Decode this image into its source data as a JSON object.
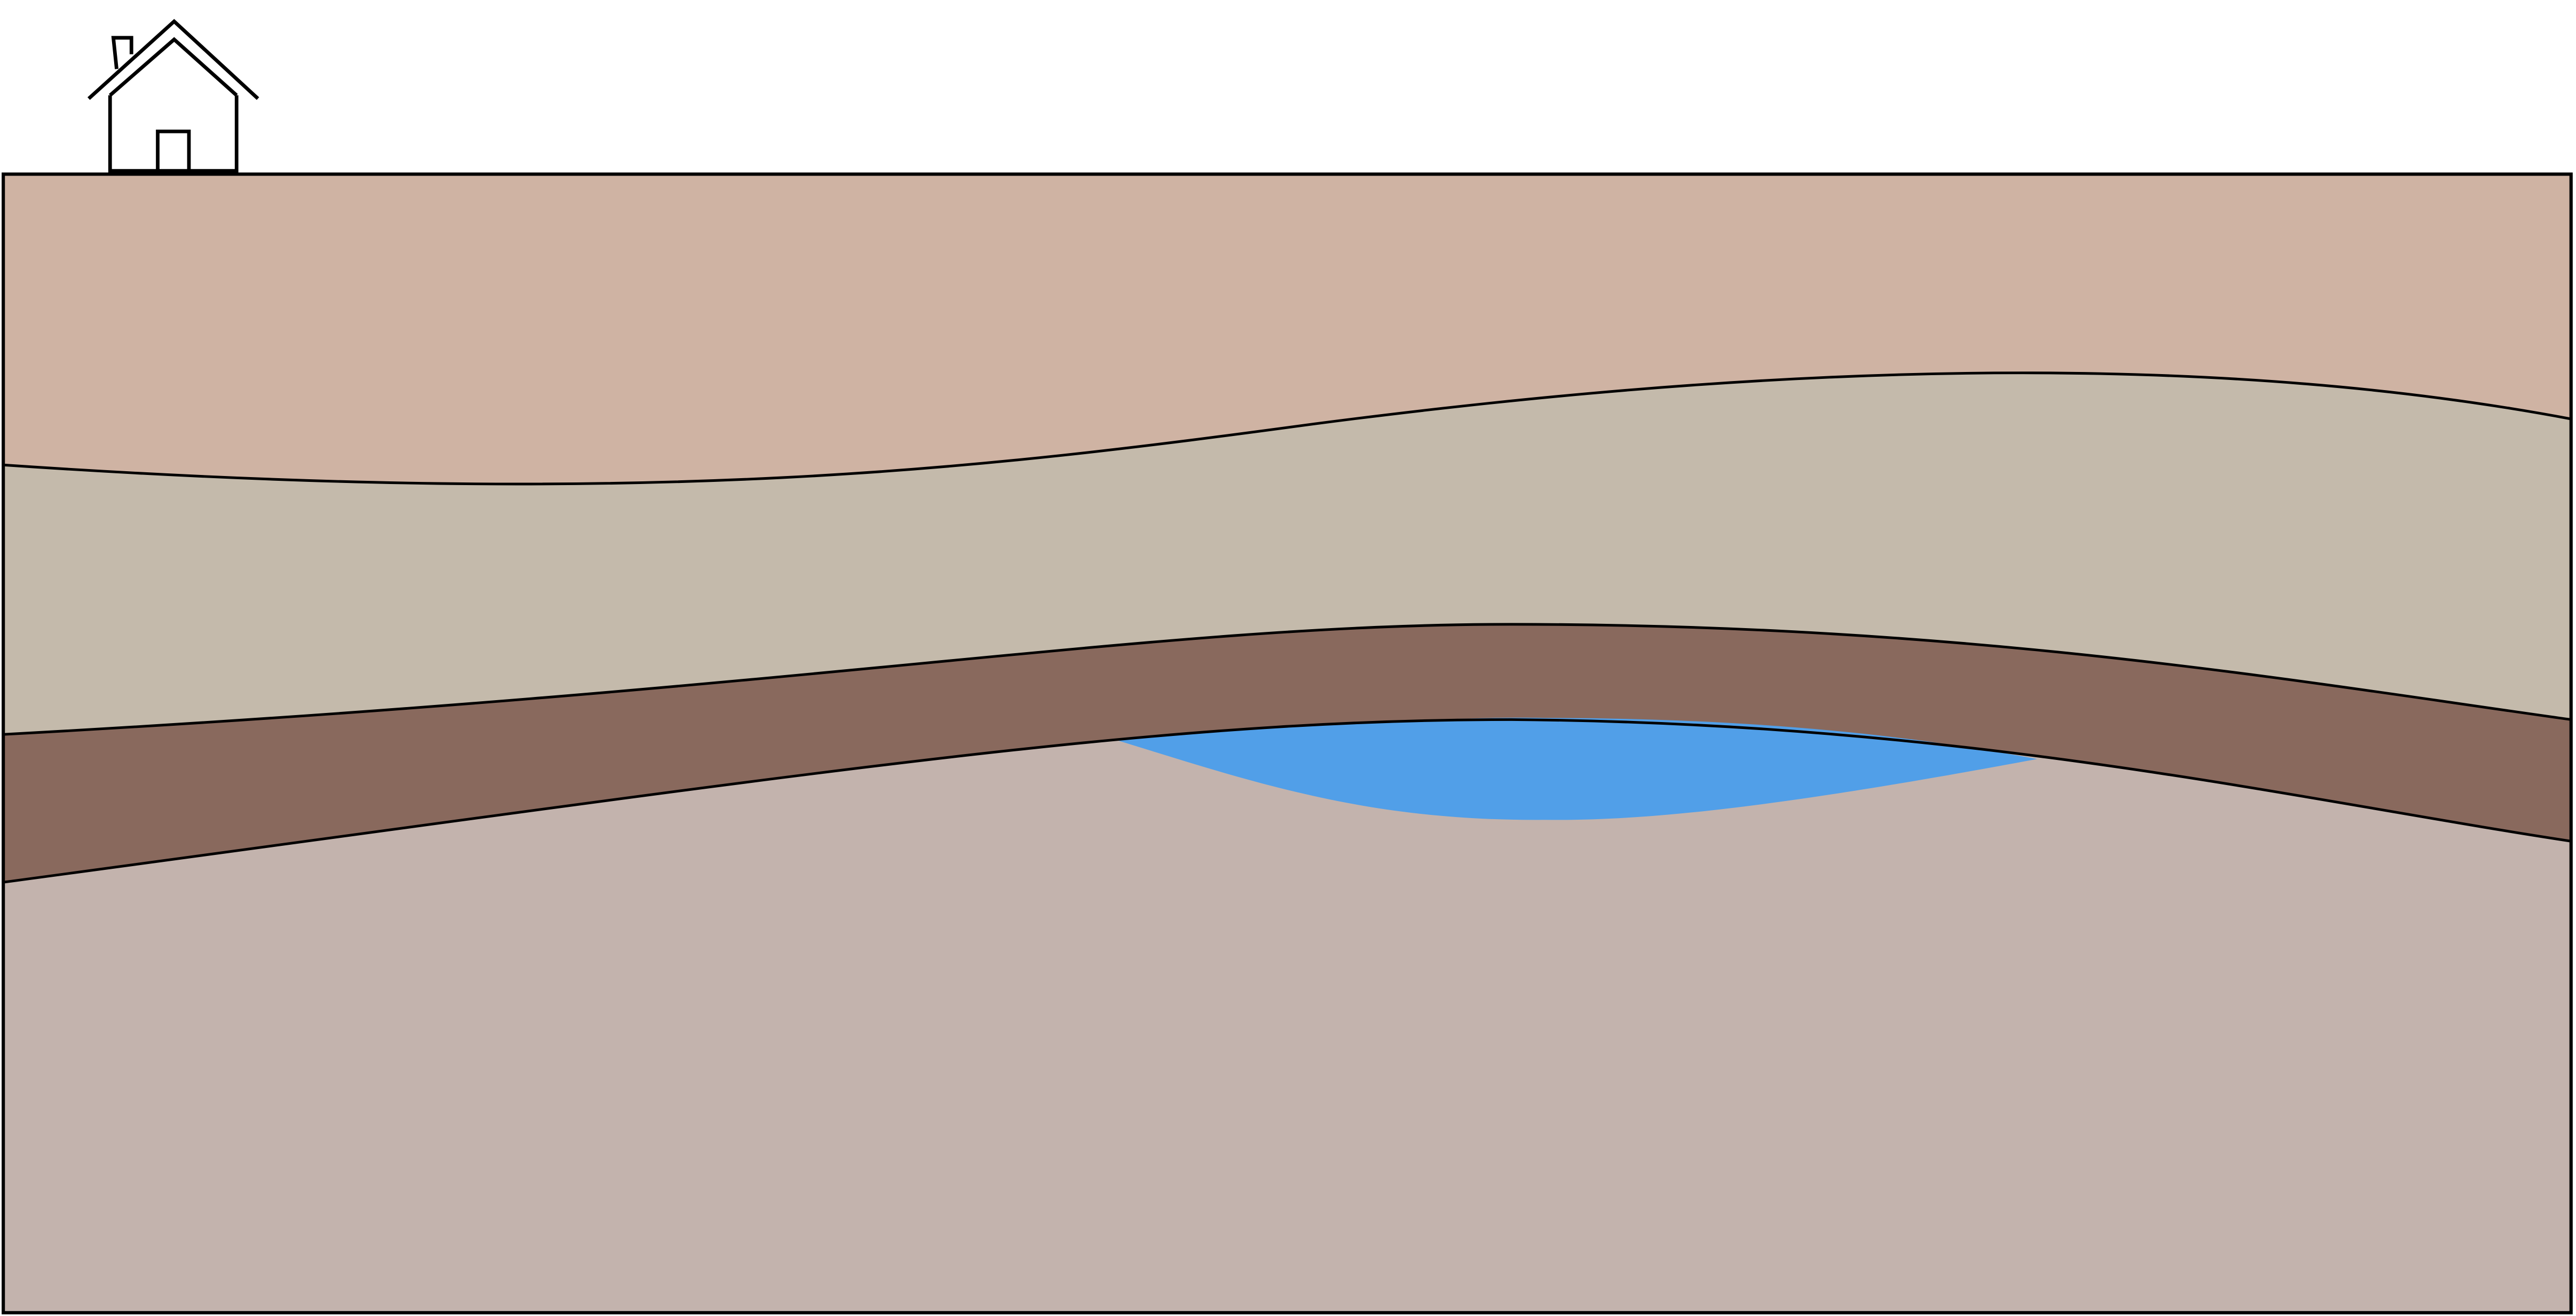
{
  "diagram": {
    "background": "#ffffff",
    "outline_color": "#000000",
    "layers": [
      {
        "id": "topsoil",
        "color": "#cfb3a3"
      },
      {
        "id": "upper-stratum",
        "color": "#c4baab"
      },
      {
        "id": "confining-layer",
        "color": "#89695d"
      },
      {
        "id": "lower-stratum",
        "color": "#c3b3ad"
      }
    ],
    "water_pocket": {
      "color": "#519fe8"
    },
    "house": {
      "icon": "house-icon",
      "stroke": "#000000"
    }
  }
}
